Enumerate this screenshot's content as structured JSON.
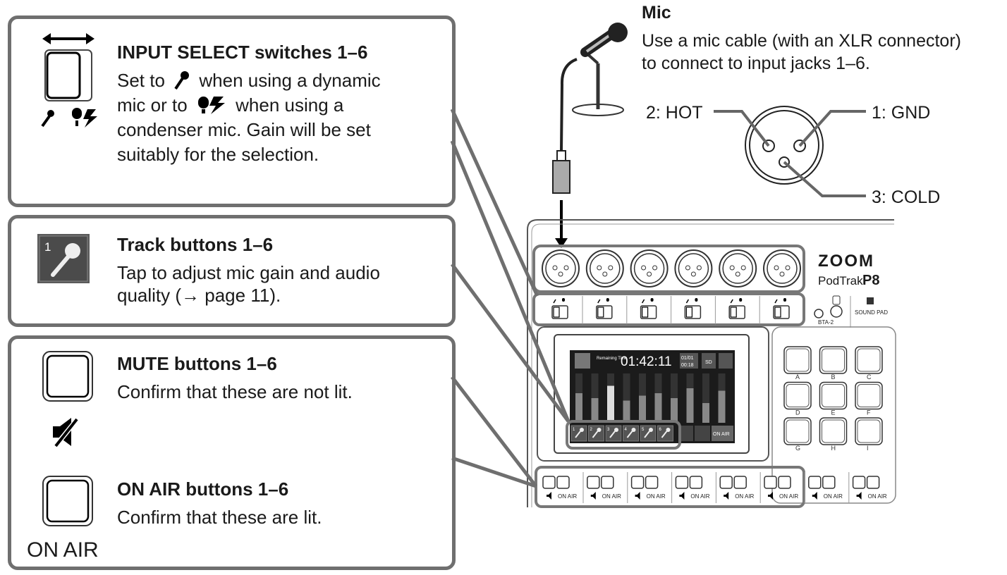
{
  "input_select": {
    "title": "INPUT SELECT switches 1–6",
    "body_part1": "Set to",
    "body_part2": "when using a dynamic",
    "body_line2a": "mic or to",
    "body_line2b": "when using a",
    "body_line3": "condenser mic. Gain will be set",
    "body_line4": "suitably for the selection."
  },
  "track_buttons": {
    "title": "Track buttons 1–6",
    "body_line1": "Tap to adjust mic gain and audio",
    "body_line2": "quality (→ page 11).",
    "icon_number": "1"
  },
  "mute_buttons": {
    "title": "MUTE buttons 1–6",
    "body": "Confirm that these are not lit."
  },
  "on_air_buttons": {
    "title": "ON AIR buttons 1–6",
    "body": "Confirm that these are lit.",
    "icon_label": "ON AIR"
  },
  "mic": {
    "title": "Mic",
    "body_line1": "Use a mic cable (with an XLR connector)",
    "body_line2": "to connect to input jacks 1–6."
  },
  "xlr_pins": {
    "hot": "2: HOT",
    "gnd": "1: GND",
    "cold": "3: COLD"
  },
  "device": {
    "brand": "ZOOM",
    "model_prefix": "PodTrak",
    "model": "P8",
    "bta_label": "BTA-2",
    "sound_pad_label": "SOUND PAD",
    "screen_remaining_label": "Remaining Time",
    "screen_time": "01:42:11",
    "screen_counter_1": "01/01",
    "screen_counter_2": "00:18",
    "screen_sd": "SD",
    "screen_onair": "ON AIR",
    "screen_tracks": [
      "1",
      "2",
      "3",
      "4",
      "5",
      "6"
    ],
    "pads": [
      "A",
      "B",
      "C",
      "D",
      "E",
      "F",
      "G",
      "H",
      "I"
    ],
    "onair_label": "ON AIR"
  },
  "colors": {
    "callout_border": "#6f6f6f",
    "screen_bg": "#1b1b1b",
    "track_button_bg": "#555555"
  }
}
